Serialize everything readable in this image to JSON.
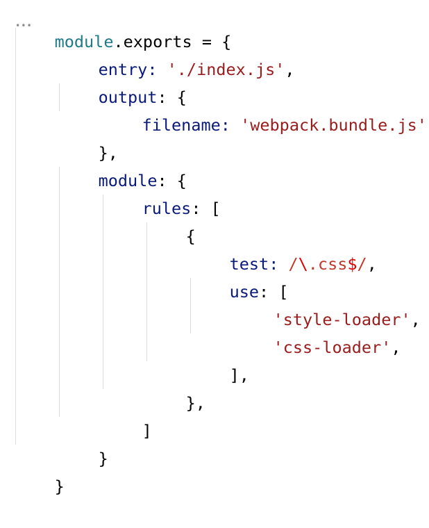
{
  "code": {
    "lines": [
      {
        "module": "module",
        "rest": ".exports = {"
      },
      {
        "key": "entry",
        "colon": ": ",
        "value": "'./index.js'",
        "tail": ","
      },
      {
        "key": "output",
        "tail": ": {"
      },
      {
        "key": "filename",
        "colon": ": ",
        "value": "'webpack.bundle.js'",
        "tail": ","
      },
      {
        "text": "},"
      },
      {
        "key": "module",
        "tail": ": {"
      },
      {
        "key": "rules",
        "tail": ": ["
      },
      {
        "text": "{"
      },
      {
        "key": "test",
        "colon": ": ",
        "regex_a": "/",
        "regex_b": "\\",
        "regex_c": ".css",
        "regex_d": "$",
        "regex_e": "/",
        "tail": ","
      },
      {
        "key": "use",
        "tail": ": ["
      },
      {
        "value": "'style-loader'",
        "tail": ","
      },
      {
        "value": "'css-loader'",
        "tail": ","
      },
      {
        "text": "],"
      },
      {
        "text": "},"
      },
      {
        "text": "]"
      },
      {
        "text": "}"
      },
      {
        "text": "}"
      }
    ],
    "fold_marker": "•••"
  },
  "colors": {
    "module_keyword": "#1f7a8c",
    "property": "#0a1a7a",
    "string": "#9b1c1c",
    "regex": "#c0392b",
    "regex_escape": "#e00000",
    "indent_guide": "#dcdcdc"
  }
}
